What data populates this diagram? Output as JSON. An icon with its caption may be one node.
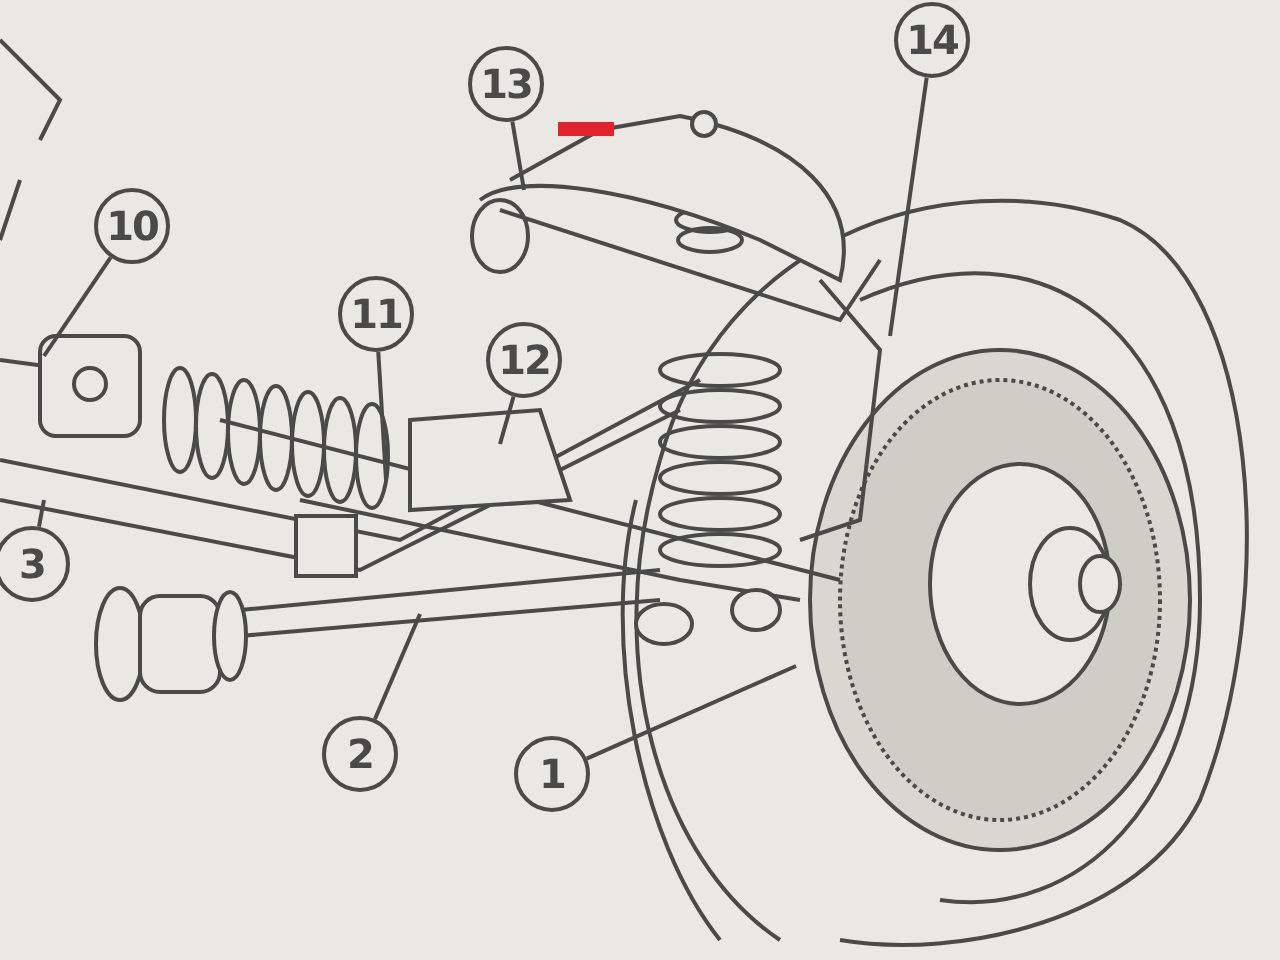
{
  "diagram": {
    "nodes": [
      {
        "text": [
          "13"
        ]
      },
      {
        "text": [
          "14"
        ]
      },
      {
        "text": [
          "10"
        ]
      },
      {
        "text": [
          "11"
        ]
      },
      {
        "text": [
          "12"
        ]
      },
      {
        "text": [
          "3"
        ]
      },
      {
        "text": [
          "2"
        ]
      },
      {
        "text": [
          "1"
        ]
      }
    ],
    "edges": [
      {
        "from": 0,
        "to": null,
        "arrow": "none"
      },
      {
        "from": 1,
        "to": null,
        "arrow": "none"
      },
      {
        "from": 2,
        "to": null,
        "arrow": "none"
      },
      {
        "from": 3,
        "to": null,
        "arrow": "none"
      },
      {
        "from": 4,
        "to": null,
        "arrow": "none"
      },
      {
        "from": 5,
        "to": null,
        "arrow": "none"
      },
      {
        "from": 6,
        "to": null,
        "arrow": "none"
      },
      {
        "from": 7,
        "to": null,
        "arrow": "none"
      }
    ]
  }
}
